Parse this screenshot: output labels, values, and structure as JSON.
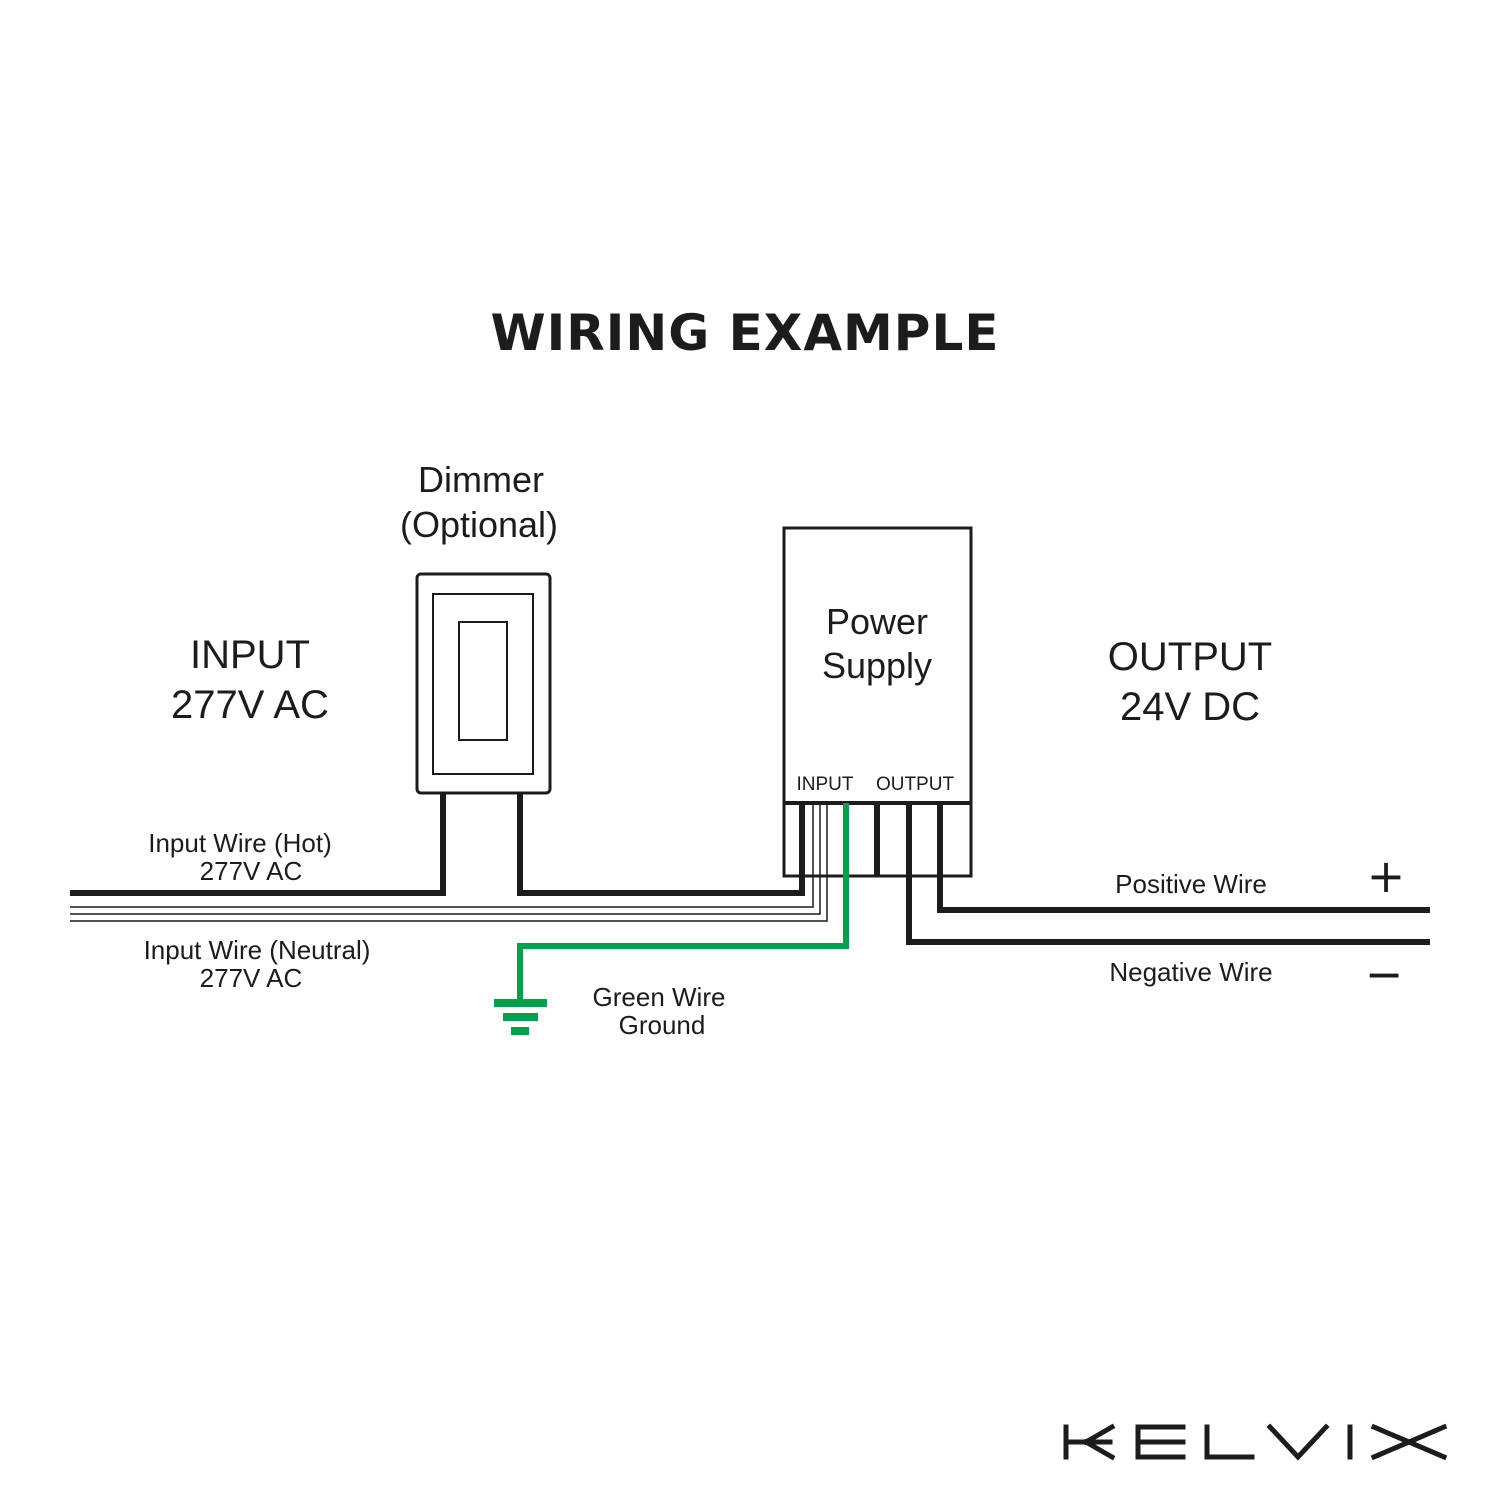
{
  "title": "WIRING EXAMPLE",
  "input": {
    "line1": "INPUT",
    "line2": "277V AC"
  },
  "output": {
    "line1": "OUTPUT",
    "line2": "24V DC"
  },
  "dimmer": {
    "line1": "Dimmer",
    "line2": "(Optional)"
  },
  "power_supply": {
    "line1": "Power",
    "line2": "Supply",
    "input_terminal_label": "INPUT",
    "output_terminal_label": "OUTPUT"
  },
  "wires": {
    "hot": {
      "line1": "Input Wire (Hot)",
      "line2": "277V AC"
    },
    "neutral": {
      "line1": "Input Wire (Neutral)",
      "line2": "277V AC"
    },
    "ground": {
      "line1": "Green Wire",
      "line2": "Ground"
    },
    "positive": {
      "label": "Positive Wire",
      "sign": "+"
    },
    "negative": {
      "label": "Negative Wire",
      "sign": "−"
    }
  },
  "brand": {
    "name": "KELVIX"
  },
  "colors": {
    "wire": "#1c1c1c",
    "ground": "#00a14b",
    "background": "#ffffff"
  }
}
